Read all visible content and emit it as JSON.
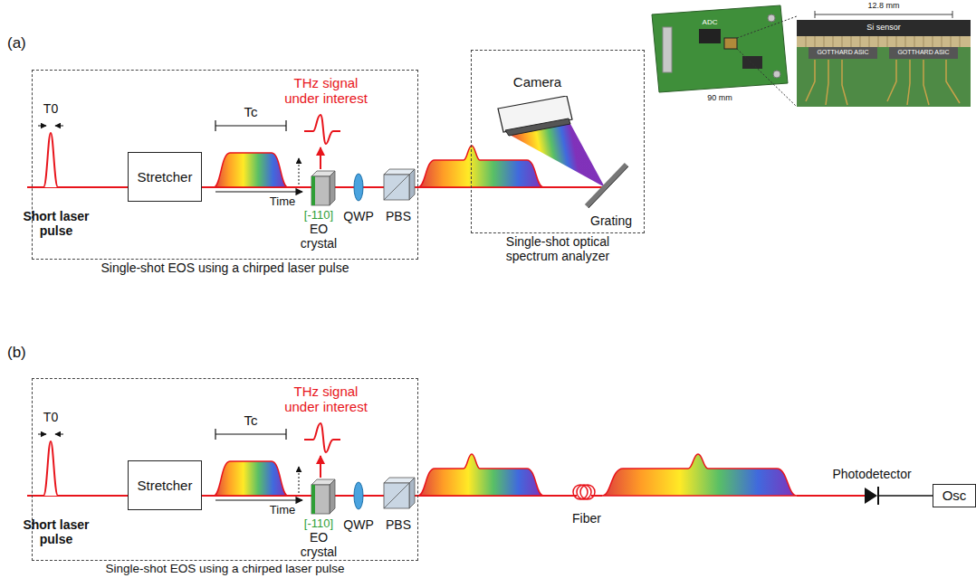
{
  "diagram": {
    "nodes": [
      {
        "text": [
          "Single-shot EOS using a chirped laser pulse"
        ]
      },
      {
        "text": [
          "Stretcher"
        ],
        "in": 0
      },
      {
        "text": [
          "Single-shot optical spectrum analyzer"
        ]
      },
      {
        "text": [
          "Camera"
        ],
        "in": 2
      },
      {
        "text": [
          "Single-shot EOS using a chirped laser pulse"
        ]
      },
      {
        "text": [
          "Stretcher"
        ],
        "in": 4
      },
      {
        "text": [
          "Osc"
        ]
      }
    ],
    "labels": [
      "(a)",
      "T0",
      "Short laser pulse",
      "Tc",
      "Time",
      "THz signal under interest",
      "[-110]",
      "EO crystal",
      "QWP",
      "PBS",
      "Grating",
      "ADC",
      "90 mm",
      "12.8 mm",
      "Si sensor",
      "GOTTHARD ASIC",
      "GOTTHARD ASIC",
      "(b)",
      "T0",
      "Short laser pulse",
      "Tc",
      "Time",
      "THz signal under interest",
      "[-110]",
      "EO crystal",
      "QWP",
      "PBS",
      "Fiber",
      "Photodetector"
    ]
  }
}
